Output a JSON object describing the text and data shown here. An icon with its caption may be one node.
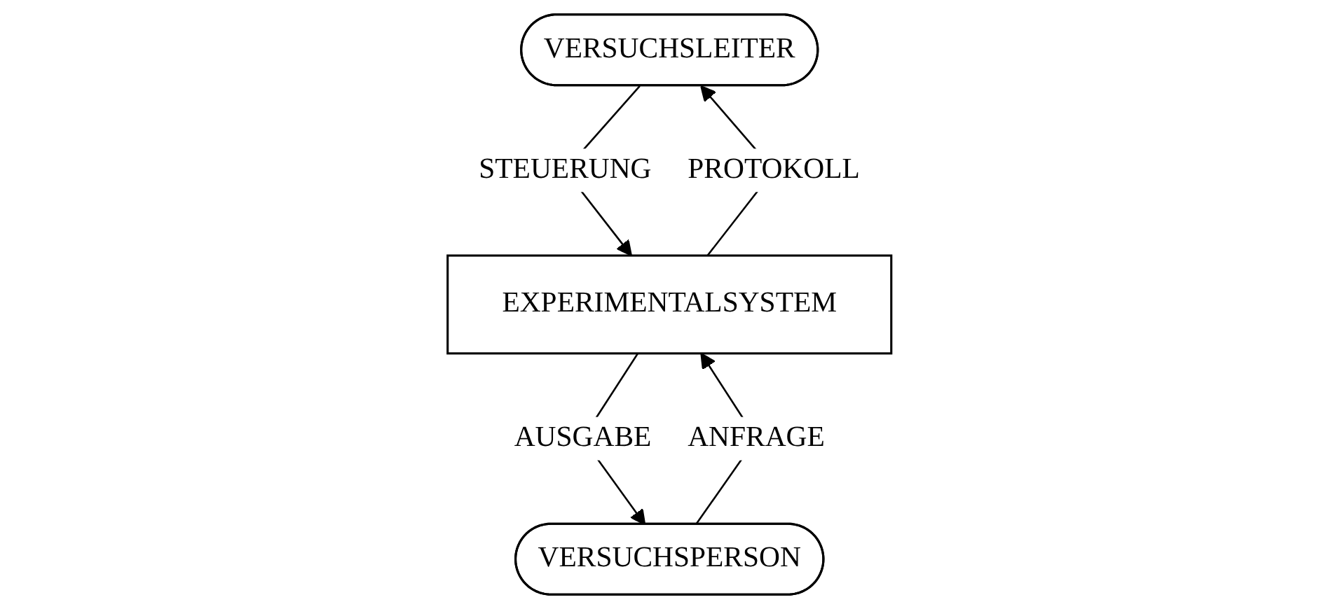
{
  "diagram": {
    "nodes": [
      {
        "text": [
          "VERSUCHSLEITER"
        ]
      },
      {
        "text": [
          "EXPERIMENTALSYSTEM"
        ]
      },
      {
        "text": [
          "VERSUCHSPERSON"
        ]
      }
    ],
    "edges": [
      {
        "from": 0,
        "to": 1,
        "arrow": "to",
        "label": "STEUERUNG"
      },
      {
        "from": 1,
        "to": 0,
        "arrow": "to",
        "label": "PROTOKOLL"
      },
      {
        "from": 1,
        "to": 2,
        "arrow": "to",
        "label": "AUSGABE"
      },
      {
        "from": 2,
        "to": 1,
        "arrow": "to",
        "label": "ANFRAGE"
      }
    ]
  }
}
